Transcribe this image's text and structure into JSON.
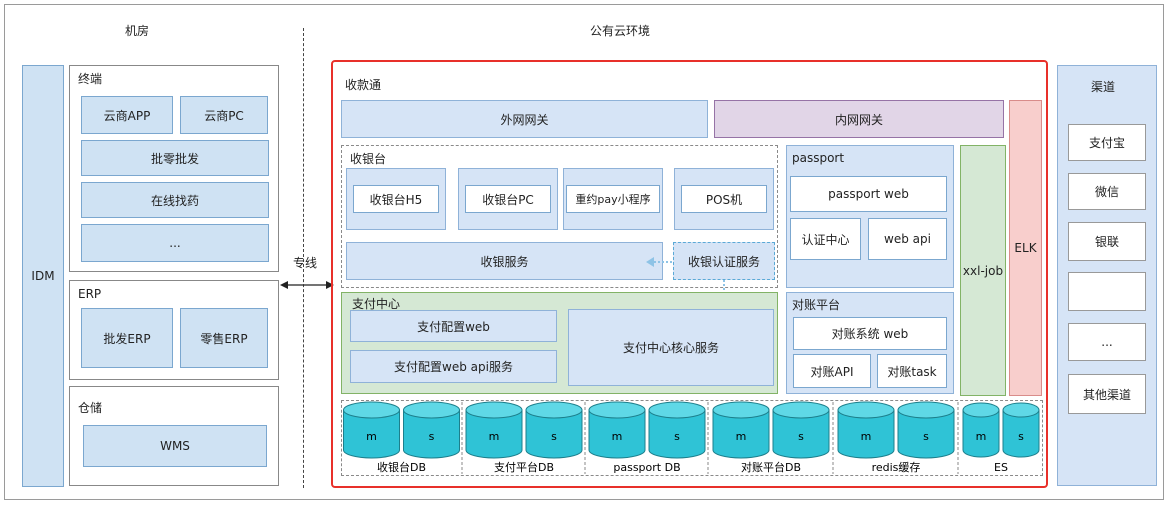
{
  "header": {
    "left": "机房",
    "right": "公有云环境"
  },
  "link_label": "专线",
  "idm": "IDM",
  "terminal": {
    "title": "终端",
    "items": [
      "云商APP",
      "云商PC",
      "批零批发",
      "在线找药",
      "..."
    ]
  },
  "erp": {
    "title": "ERP",
    "items": [
      "批发ERP",
      "零售ERP"
    ]
  },
  "storage": {
    "title": "仓储",
    "items": [
      "WMS"
    ]
  },
  "main": {
    "title": "收款通",
    "external_gateway": "外网网关",
    "internal_gateway": "内网网关",
    "cashier": {
      "title": "收银台",
      "items": [
        "收银台H5",
        "收银台PC",
        "重约pay小程序",
        "POS机"
      ],
      "service": "收银服务",
      "auth_service": "收银认证服务"
    },
    "passport": {
      "title": "passport",
      "web": "passport web",
      "auth_center": "认证中心",
      "web_api": "web api"
    },
    "payment_center": {
      "title": "支付中心",
      "config_web": "支付配置web",
      "config_api": "支付配置web api服务",
      "core": "支付中心核心服务"
    },
    "reconcile": {
      "title": "对账平台",
      "web": "对账系统 web",
      "api": "对账API",
      "task": "对账task"
    },
    "xxljob": "xxl-job",
    "elk": "ELK",
    "databases": [
      {
        "label": "收银台DB",
        "m": "m",
        "s": "s"
      },
      {
        "label": "支付平台DB",
        "m": "m",
        "s": "s"
      },
      {
        "label": "passport DB",
        "m": "m",
        "s": "s"
      },
      {
        "label": "对账平台DB",
        "m": "m",
        "s": "s"
      },
      {
        "label": "redis缓存",
        "m": "m",
        "s": "s"
      },
      {
        "label": "ES",
        "m": "m",
        "s": "s"
      }
    ]
  },
  "channels": {
    "title": "渠道",
    "items": [
      "支付宝",
      "微信",
      "银联",
      "",
      "...",
      "其他渠道"
    ]
  },
  "colors": {
    "highlight_border": "#e8302a",
    "light_blue": "#cfe2f3",
    "purple": "#e1d5e7",
    "pink": "#f8cecc",
    "green": "#d5e8d4"
  }
}
